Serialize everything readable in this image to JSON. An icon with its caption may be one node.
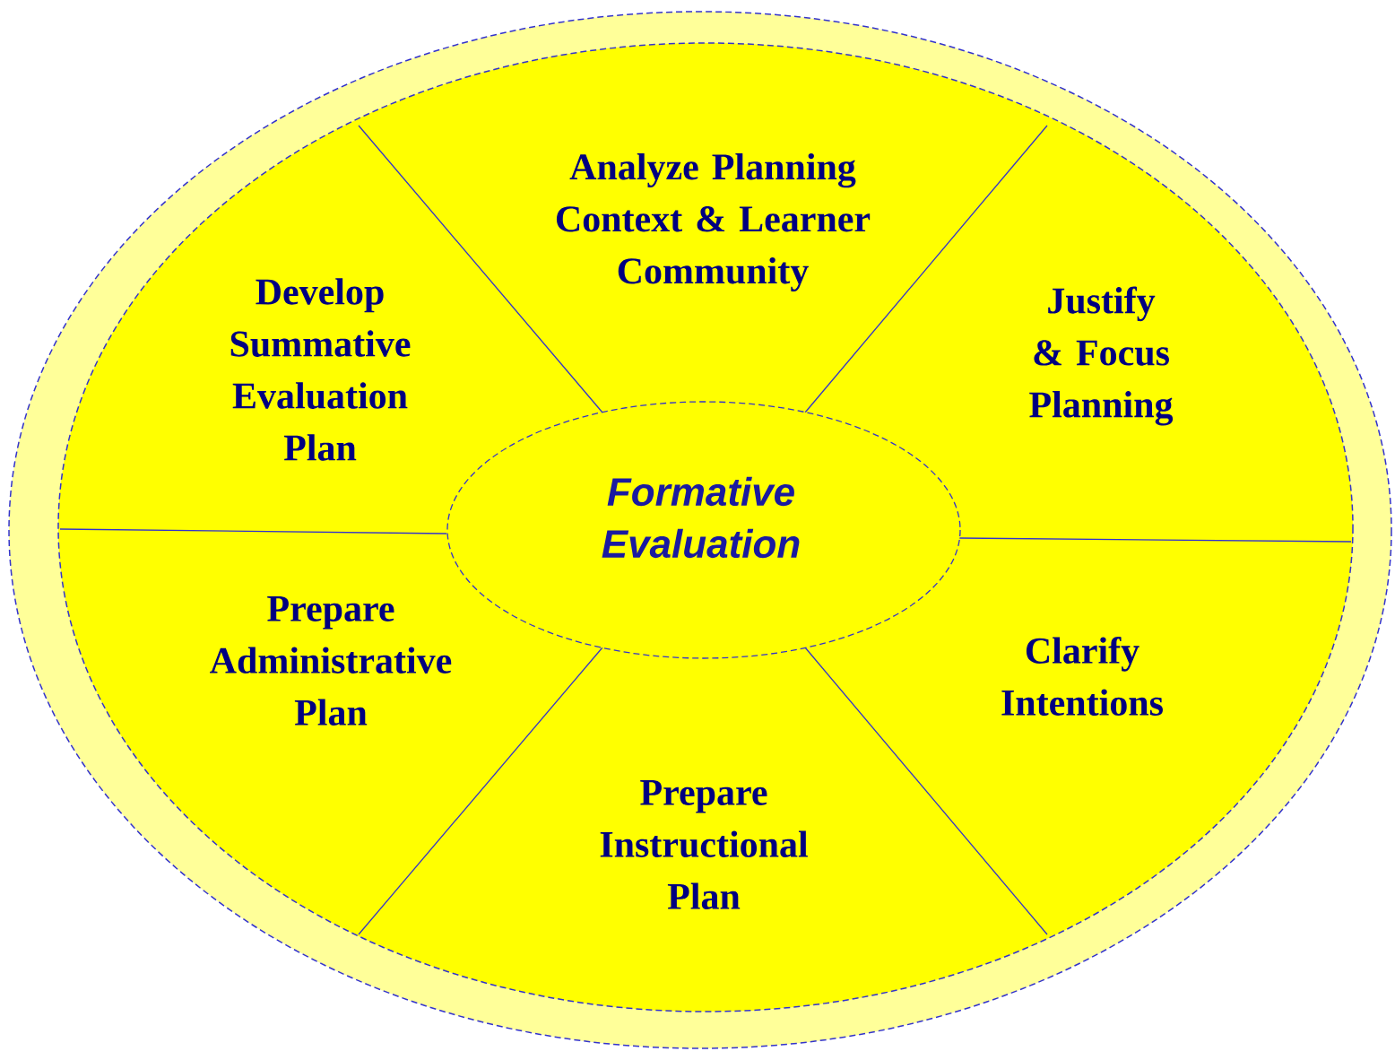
{
  "diagram": {
    "nodes": [
      {
        "text": [
          "Formative Evaluation"
        ]
      },
      {
        "text": [
          "Analyze Planning Context & Learner Community"
        ]
      },
      {
        "text": [
          "Justify & Focus Planning"
        ]
      },
      {
        "text": [
          "Clarify Intentions"
        ]
      },
      {
        "text": [
          "Prepare Instructional Plan"
        ]
      },
      {
        "text": [
          "Prepare Administrative Plan"
        ]
      },
      {
        "text": [
          "Develop Summative Evaluation Plan"
        ]
      }
    ]
  }
}
